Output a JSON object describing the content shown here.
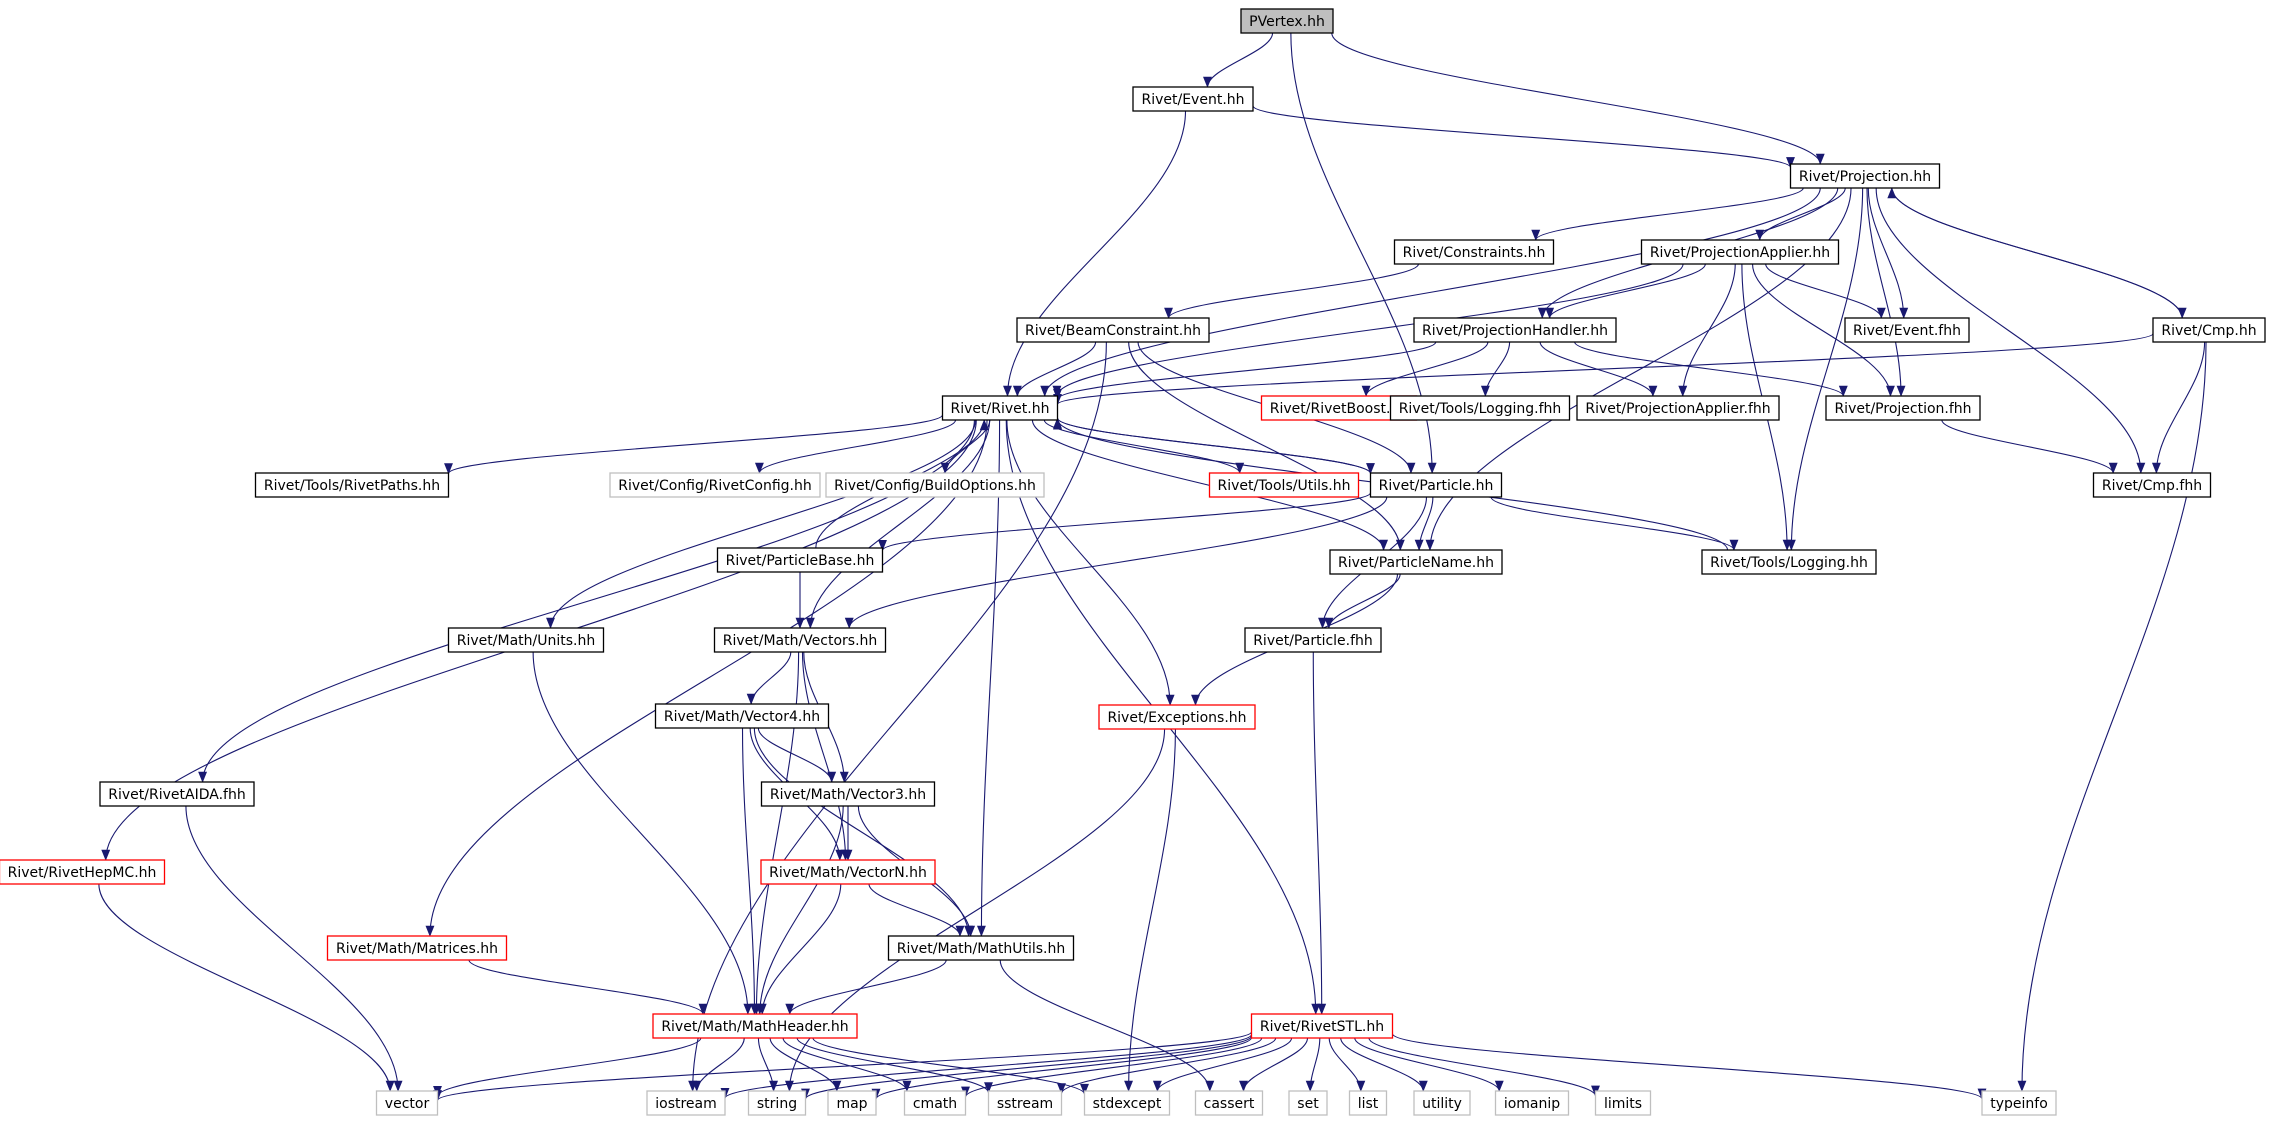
{
  "nodes": [
    {
      "id": "pvertex",
      "label": "PVertex.hh",
      "style": "root"
    },
    {
      "id": "event_hh",
      "label": "Rivet/Event.hh",
      "style": "std"
    },
    {
      "id": "projection_hh",
      "label": "Rivet/Projection.hh",
      "style": "std"
    },
    {
      "id": "constraints_hh",
      "label": "Rivet/Constraints.hh",
      "style": "std"
    },
    {
      "id": "projapplier_hh",
      "label": "Rivet/ProjectionApplier.hh",
      "style": "std"
    },
    {
      "id": "beamconstraint_hh",
      "label": "Rivet/BeamConstraint.hh",
      "style": "std"
    },
    {
      "id": "projhandler_hh",
      "label": "Rivet/ProjectionHandler.hh",
      "style": "std"
    },
    {
      "id": "event_fhh",
      "label": "Rivet/Event.fhh",
      "style": "std"
    },
    {
      "id": "cmp_hh",
      "label": "Rivet/Cmp.hh",
      "style": "std"
    },
    {
      "id": "rivet_hh",
      "label": "Rivet/Rivet.hh",
      "style": "std"
    },
    {
      "id": "rivetboost_hh",
      "label": "Rivet/RivetBoost.hh",
      "style": "red"
    },
    {
      "id": "tools_logging_fhh",
      "label": "Rivet/Tools/Logging.fhh",
      "style": "std"
    },
    {
      "id": "projapplier_fhh",
      "label": "Rivet/ProjectionApplier.fhh",
      "style": "std"
    },
    {
      "id": "projection_fhh",
      "label": "Rivet/Projection.fhh",
      "style": "std"
    },
    {
      "id": "rivetpaths_hh",
      "label": "Rivet/Tools/RivetPaths.hh",
      "style": "std"
    },
    {
      "id": "rivetconfig_hh",
      "label": "Rivet/Config/RivetConfig.hh",
      "style": "gray"
    },
    {
      "id": "buildoptions_hh",
      "label": "Rivet/Config/BuildOptions.hh",
      "style": "gray"
    },
    {
      "id": "utils_hh",
      "label": "Rivet/Tools/Utils.hh",
      "style": "red"
    },
    {
      "id": "particle_hh",
      "label": "Rivet/Particle.hh",
      "style": "std"
    },
    {
      "id": "cmp_fhh",
      "label": "Rivet/Cmp.fhh",
      "style": "std"
    },
    {
      "id": "particlebase_hh",
      "label": "Rivet/ParticleBase.hh",
      "style": "std"
    },
    {
      "id": "particlename_hh",
      "label": "Rivet/ParticleName.hh",
      "style": "std"
    },
    {
      "id": "tools_logging_hh",
      "label": "Rivet/Tools/Logging.hh",
      "style": "std"
    },
    {
      "id": "units_hh",
      "label": "Rivet/Math/Units.hh",
      "style": "std"
    },
    {
      "id": "vectors_hh",
      "label": "Rivet/Math/Vectors.hh",
      "style": "std"
    },
    {
      "id": "particle_fhh",
      "label": "Rivet/Particle.fhh",
      "style": "std"
    },
    {
      "id": "vector4_hh",
      "label": "Rivet/Math/Vector4.hh",
      "style": "std"
    },
    {
      "id": "exceptions_hh",
      "label": "Rivet/Exceptions.hh",
      "style": "red"
    },
    {
      "id": "rivetaida_fhh",
      "label": "Rivet/RivetAIDA.fhh",
      "style": "std"
    },
    {
      "id": "vector3_hh",
      "label": "Rivet/Math/Vector3.hh",
      "style": "std"
    },
    {
      "id": "rivethepmc_hh",
      "label": "Rivet/RivetHepMC.hh",
      "style": "red"
    },
    {
      "id": "vectorn_hh",
      "label": "Rivet/Math/VectorN.hh",
      "style": "red"
    },
    {
      "id": "matrices_hh",
      "label": "Rivet/Math/Matrices.hh",
      "style": "red"
    },
    {
      "id": "mathutils_hh",
      "label": "Rivet/Math/MathUtils.hh",
      "style": "std"
    },
    {
      "id": "mathheader_hh",
      "label": "Rivet/Math/MathHeader.hh",
      "style": "red"
    },
    {
      "id": "rivetstl_hh",
      "label": "Rivet/RivetSTL.hh",
      "style": "red"
    },
    {
      "id": "vector",
      "label": "vector",
      "style": "gray"
    },
    {
      "id": "iostream",
      "label": "iostream",
      "style": "gray"
    },
    {
      "id": "string",
      "label": "string",
      "style": "gray"
    },
    {
      "id": "map",
      "label": "map",
      "style": "gray"
    },
    {
      "id": "cmath",
      "label": "cmath",
      "style": "gray"
    },
    {
      "id": "sstream",
      "label": "sstream",
      "style": "gray"
    },
    {
      "id": "stdexcept",
      "label": "stdexcept",
      "style": "gray"
    },
    {
      "id": "cassert",
      "label": "cassert",
      "style": "gray"
    },
    {
      "id": "set",
      "label": "set",
      "style": "gray"
    },
    {
      "id": "list",
      "label": "list",
      "style": "gray"
    },
    {
      "id": "utility",
      "label": "utility",
      "style": "gray"
    },
    {
      "id": "iomanip",
      "label": "iomanip",
      "style": "gray"
    },
    {
      "id": "limits",
      "label": "limits",
      "style": "gray"
    },
    {
      "id": "typeinfo",
      "label": "typeinfo",
      "style": "gray"
    }
  ],
  "edges": [
    [
      "pvertex",
      "event_hh"
    ],
    [
      "pvertex",
      "projection_hh"
    ],
    [
      "pvertex",
      "particle_hh"
    ],
    [
      "event_hh",
      "projection_hh"
    ],
    [
      "event_hh",
      "rivet_hh"
    ],
    [
      "projection_hh",
      "rivet_hh"
    ],
    [
      "projection_hh",
      "constraints_hh"
    ],
    [
      "projection_hh",
      "projapplier_hh"
    ],
    [
      "projection_hh",
      "projhandler_hh"
    ],
    [
      "projection_hh",
      "event_fhh"
    ],
    [
      "projection_hh",
      "projection_fhh"
    ],
    [
      "projection_hh",
      "cmp_hh"
    ],
    [
      "projection_hh",
      "cmp_fhh"
    ],
    [
      "projection_hh",
      "particlename_hh"
    ],
    [
      "projection_hh",
      "tools_logging_hh"
    ],
    [
      "constraints_hh",
      "beamconstraint_hh"
    ],
    [
      "beamconstraint_hh",
      "rivet_hh"
    ],
    [
      "beamconstraint_hh",
      "particle_hh"
    ],
    [
      "beamconstraint_hh",
      "particlename_hh"
    ],
    [
      "beamconstraint_hh",
      "iostream"
    ],
    [
      "projapplier_hh",
      "rivet_hh"
    ],
    [
      "projapplier_hh",
      "projhandler_hh"
    ],
    [
      "projapplier_hh",
      "event_fhh"
    ],
    [
      "projapplier_hh",
      "projapplier_fhh"
    ],
    [
      "projapplier_hh",
      "projection_fhh"
    ],
    [
      "projapplier_hh",
      "tools_logging_hh"
    ],
    [
      "projhandler_hh",
      "rivet_hh"
    ],
    [
      "projhandler_hh",
      "rivetboost_hh"
    ],
    [
      "projhandler_hh",
      "tools_logging_fhh"
    ],
    [
      "projhandler_hh",
      "projapplier_fhh"
    ],
    [
      "projhandler_hh",
      "projection_fhh"
    ],
    [
      "cmp_hh",
      "projection_hh"
    ],
    [
      "cmp_hh",
      "rivet_hh"
    ],
    [
      "cmp_hh",
      "cmp_fhh"
    ],
    [
      "cmp_hh",
      "typeinfo"
    ],
    [
      "projection_fhh",
      "cmp_fhh"
    ],
    [
      "rivet_hh",
      "rivetpaths_hh"
    ],
    [
      "rivet_hh",
      "rivetconfig_hh"
    ],
    [
      "rivet_hh",
      "buildoptions_hh"
    ],
    [
      "rivet_hh",
      "utils_hh"
    ],
    [
      "rivet_hh",
      "particle_hh"
    ],
    [
      "rivet_hh",
      "particlename_hh"
    ],
    [
      "rivet_hh",
      "units_hh"
    ],
    [
      "rivet_hh",
      "vectors_hh"
    ],
    [
      "rivet_hh",
      "exceptions_hh"
    ],
    [
      "rivet_hh",
      "rivetaida_fhh"
    ],
    [
      "rivet_hh",
      "rivethepmc_hh"
    ],
    [
      "rivet_hh",
      "matrices_hh"
    ],
    [
      "rivet_hh",
      "mathutils_hh"
    ],
    [
      "rivet_hh",
      "rivetstl_hh"
    ],
    [
      "particle_hh",
      "rivet_hh"
    ],
    [
      "particle_hh",
      "particlebase_hh"
    ],
    [
      "particle_hh",
      "particlename_hh"
    ],
    [
      "particle_hh",
      "particle_fhh"
    ],
    [
      "particle_hh",
      "vectors_hh"
    ],
    [
      "particle_hh",
      "tools_logging_hh"
    ],
    [
      "particlebase_hh",
      "rivet_hh"
    ],
    [
      "particlebase_hh",
      "vectors_hh"
    ],
    [
      "tools_logging_hh",
      "rivet_hh"
    ],
    [
      "particlename_hh",
      "particle_fhh"
    ],
    [
      "particlename_hh",
      "exceptions_hh"
    ],
    [
      "particle_fhh",
      "rivetstl_hh"
    ],
    [
      "units_hh",
      "mathheader_hh"
    ],
    [
      "vectors_hh",
      "vector4_hh"
    ],
    [
      "vectors_hh",
      "vector3_hh"
    ],
    [
      "vectors_hh",
      "vectorn_hh"
    ],
    [
      "vectors_hh",
      "mathheader_hh"
    ],
    [
      "vector4_hh",
      "vector3_hh"
    ],
    [
      "vector4_hh",
      "vectorn_hh"
    ],
    [
      "vector4_hh",
      "mathutils_hh"
    ],
    [
      "vector4_hh",
      "mathheader_hh"
    ],
    [
      "vector3_hh",
      "vectorn_hh"
    ],
    [
      "vector3_hh",
      "mathutils_hh"
    ],
    [
      "vector3_hh",
      "mathheader_hh"
    ],
    [
      "vectorn_hh",
      "mathutils_hh"
    ],
    [
      "vectorn_hh",
      "mathheader_hh"
    ],
    [
      "mathutils_hh",
      "mathheader_hh"
    ],
    [
      "mathutils_hh",
      "cassert"
    ],
    [
      "matrices_hh",
      "mathheader_hh"
    ],
    [
      "exceptions_hh",
      "string"
    ],
    [
      "exceptions_hh",
      "stdexcept"
    ],
    [
      "rivetaida_fhh",
      "vector"
    ],
    [
      "rivethepmc_hh",
      "vector"
    ],
    [
      "mathheader_hh",
      "vector"
    ],
    [
      "mathheader_hh",
      "iostream"
    ],
    [
      "mathheader_hh",
      "string"
    ],
    [
      "mathheader_hh",
      "map"
    ],
    [
      "mathheader_hh",
      "cmath"
    ],
    [
      "mathheader_hh",
      "sstream"
    ],
    [
      "mathheader_hh",
      "stdexcept"
    ],
    [
      "rivetstl_hh",
      "vector"
    ],
    [
      "rivetstl_hh",
      "iostream"
    ],
    [
      "rivetstl_hh",
      "string"
    ],
    [
      "rivetstl_hh",
      "map"
    ],
    [
      "rivetstl_hh",
      "cmath"
    ],
    [
      "rivetstl_hh",
      "sstream"
    ],
    [
      "rivetstl_hh",
      "stdexcept"
    ],
    [
      "rivetstl_hh",
      "cassert"
    ],
    [
      "rivetstl_hh",
      "set"
    ],
    [
      "rivetstl_hh",
      "list"
    ],
    [
      "rivetstl_hh",
      "utility"
    ],
    [
      "rivetstl_hh",
      "iomanip"
    ],
    [
      "rivetstl_hh",
      "limits"
    ],
    [
      "rivetstl_hh",
      "typeinfo"
    ]
  ]
}
